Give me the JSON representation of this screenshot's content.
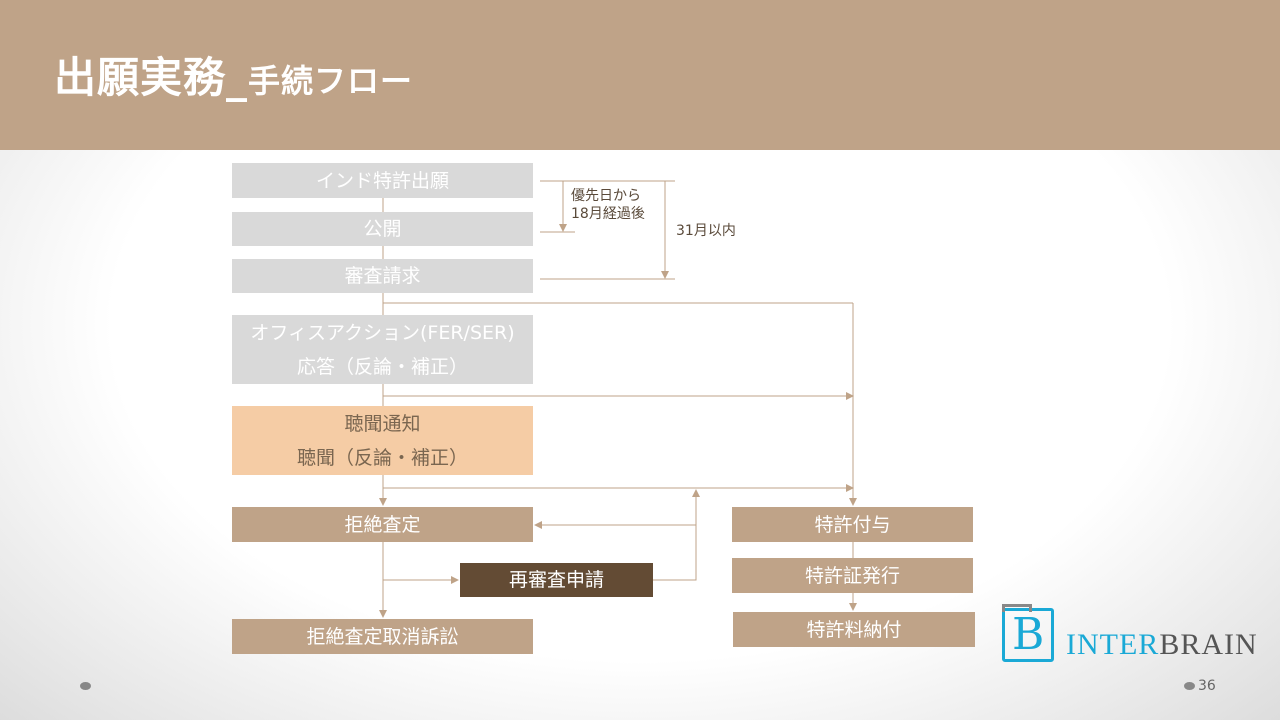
{
  "header": {
    "title_main": "出願実務_",
    "title_sub": "手続フロー"
  },
  "flow": {
    "filing": "インド特許出願",
    "publication": "公開",
    "exam_request": "審査請求",
    "oa_line1": "オフィスアクション(FER/SER)",
    "oa_line2": "応答（反論・補正）",
    "hearing_line1": "聴聞通知",
    "hearing_line2": "聴聞（反論・補正）",
    "rejection": "拒絶査定",
    "reexam": "再審査申請",
    "appeal": "拒絶査定取消訴訟",
    "grant": "特許付与",
    "certificate": "特許証発行",
    "fee": "特許料納付"
  },
  "notes": {
    "pub_line1": "優先日から",
    "pub_line2": "18月経過後",
    "exam_deadline": "31月以内"
  },
  "logo": {
    "letter": "B",
    "part1": "INTER",
    "part2": "BRAIN"
  },
  "footer": {
    "page_number": "36"
  },
  "colors": {
    "header": "#bfa388",
    "peach": "#f5cca5",
    "dark": "#634b34",
    "logo_blue": "#1aa9d6"
  }
}
